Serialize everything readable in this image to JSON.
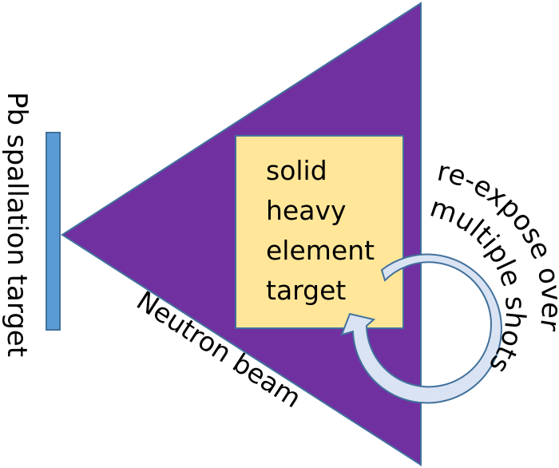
{
  "spallation_target": {
    "label": "Pb spallation target",
    "color": "#5b9bd5",
    "border_color": "#41719c"
  },
  "neutron_beam": {
    "label": "Neutron beam",
    "color": "#7030a0",
    "border_color": "#41719c"
  },
  "heavy_element_target": {
    "lines": [
      "solid",
      "heavy",
      "element",
      "target"
    ],
    "color": "#ffe699",
    "border_color": "#41719c"
  },
  "reexposure": {
    "label_line1": "re-expose over",
    "label_line2": "multiple shots",
    "arrow_fill": "#dae3f3",
    "arrow_border": "#41719c"
  }
}
